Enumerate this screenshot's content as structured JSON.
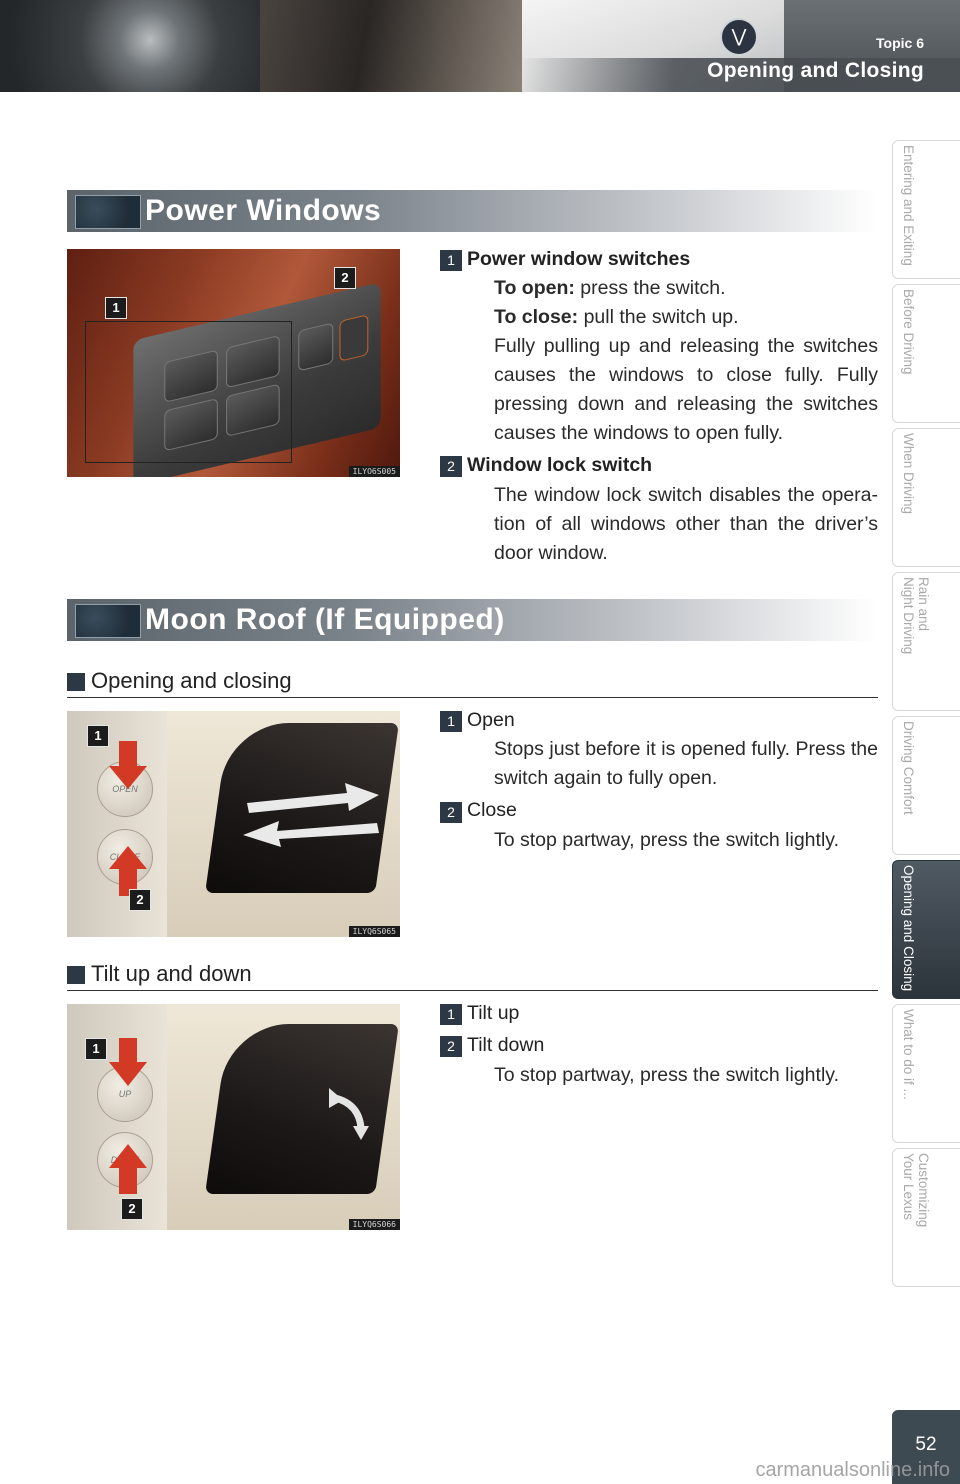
{
  "header": {
    "topic_label": "Topic 6",
    "topic_title": "Opening and Closing"
  },
  "side_tabs": [
    {
      "label": "Entering and Exiting",
      "active": false
    },
    {
      "label": "Before Driving",
      "active": false
    },
    {
      "label": "When Driving",
      "active": false
    },
    {
      "label": "Rain and\nNight Driving",
      "active": false
    },
    {
      "label": "Driving Comfort",
      "active": false
    },
    {
      "label": "Opening and Closing",
      "active": true
    },
    {
      "label": "What to do if ...",
      "active": false
    },
    {
      "label": "Customizing\nYour Lexus",
      "active": false
    }
  ],
  "page_number": "52",
  "power_windows": {
    "heading": "Power Windows",
    "image_code": "ILYO6S005",
    "callouts": [
      "1",
      "2"
    ],
    "items": [
      {
        "num": "1",
        "title": "Power window switches",
        "open_label": "To open:",
        "open_text": " press the switch.",
        "close_label": "To close:",
        "close_text": " pull the switch up.",
        "desc_lines": [
          "Fully pulling up and releasing the switches",
          "causes the windows to close fully. Fully",
          "pressing down and releasing the switches",
          "causes the windows to open fully."
        ]
      },
      {
        "num": "2",
        "title": "Window lock switch",
        "desc_lines": [
          "The window lock switch disables the opera-",
          "tion of all windows other than the driver’s",
          "door window."
        ]
      }
    ]
  },
  "moon_roof": {
    "heading": "Moon Roof (If Equipped)",
    "opening_closing": {
      "subheading": "Opening and closing",
      "image_code": "ILYQ6S065",
      "button_labels": [
        "OPEN",
        "CLOSE"
      ],
      "callouts": [
        "1",
        "2"
      ],
      "items": [
        {
          "num": "1",
          "title": "Open",
          "desc_lines": [
            "Stops just before it is opened fully. Press the",
            "switch again to fully open."
          ]
        },
        {
          "num": "2",
          "title": "Close",
          "desc_lines": [
            "To stop partway, press the switch lightly."
          ]
        }
      ]
    },
    "tilt": {
      "subheading": "Tilt up and down",
      "image_code": "ILYQ6S066",
      "button_labels": [
        "UP",
        "DOWN"
      ],
      "callouts": [
        "1",
        "2"
      ],
      "items": [
        {
          "num": "1",
          "title": "Tilt up",
          "desc_lines": []
        },
        {
          "num": "2",
          "title": "Tilt down",
          "desc_lines": [
            "To stop partway, press the switch lightly."
          ]
        }
      ]
    }
  },
  "watermark": "carmanualsonline.info"
}
